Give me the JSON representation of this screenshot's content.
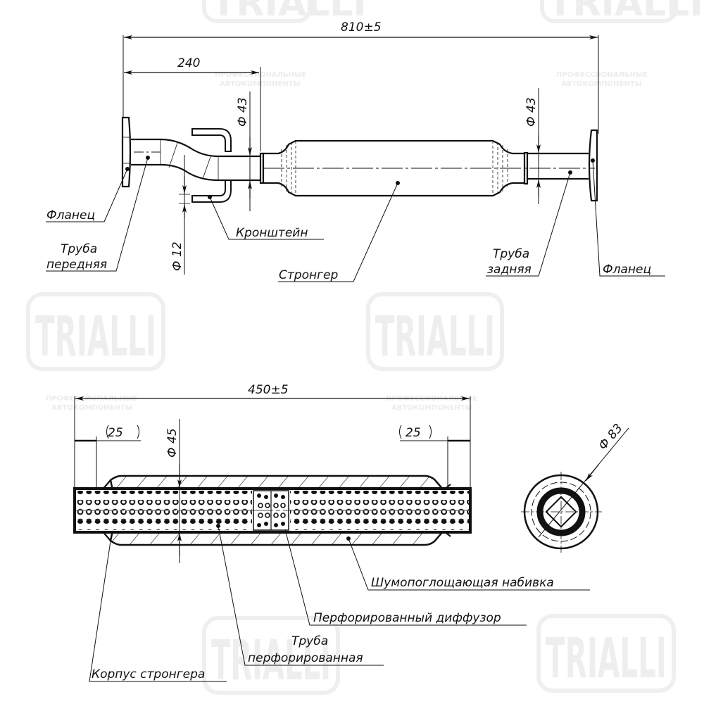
{
  "watermark": {
    "brand": "TRIALLI",
    "tagline_line1": "ПРОФЕССИОНАЛЬНЫЕ",
    "tagline_line2": "АВТОКОМПОНЕНТЫ",
    "color": "#eeeeee"
  },
  "top_view": {
    "dimensions": {
      "overall_length": "810±5",
      "front_section_length": "240",
      "front_pipe_diameter": "Ф 43",
      "rear_pipe_diameter": "Ф 43",
      "bracket_rod_diameter": "Ф 12"
    },
    "labels": {
      "flange_front": "Фланец",
      "pipe_front_line1": "Труба",
      "pipe_front_line2": "передняя",
      "bracket": "Кронштейн",
      "stronger": "Стронгер",
      "pipe_rear_line1": "Труба",
      "pipe_rear_line2": "задняя",
      "flange_rear": "Фланец"
    }
  },
  "section_view": {
    "dimensions": {
      "body_length": "450±5",
      "left_neck": "25",
      "right_neck": "25",
      "inner_diameter": "Ф 45",
      "outer_diameter": "Ф 83"
    },
    "labels": {
      "sound_absorbing_fill": "Шумопоглощающая набивка",
      "perforated_diffuser": "Перфорированный диффузор",
      "perforated_pipe_line1": "Труба",
      "perforated_pipe_line2": "перфорированная",
      "body": "Корпус стронгера"
    }
  },
  "colors": {
    "line": "#111111",
    "background": "#ffffff"
  }
}
